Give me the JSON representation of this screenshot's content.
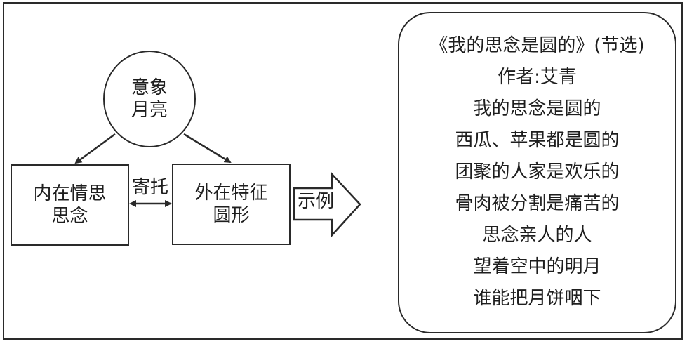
{
  "diagram": {
    "concept_node": {
      "lines": [
        "意象",
        "月亮"
      ]
    },
    "inner_node": {
      "lines": [
        "内在情思",
        "思念"
      ]
    },
    "outer_node": {
      "lines": [
        "外在特征",
        "圆形"
      ]
    },
    "link_label": "寄托",
    "example_arrow_label": "示例",
    "stroke_color": "#2a2a2a"
  },
  "poem": {
    "title": "《我的思念是圆的》(节选)",
    "author": "作者:艾青",
    "lines": [
      "我的思念是圆的",
      "西瓜、苹果都是圆的",
      "团聚的人家是欢乐的",
      "骨肉被分割是痛苦的",
      "思念亲人的人",
      "望着空中的明月",
      "谁能把月饼咽下"
    ]
  }
}
